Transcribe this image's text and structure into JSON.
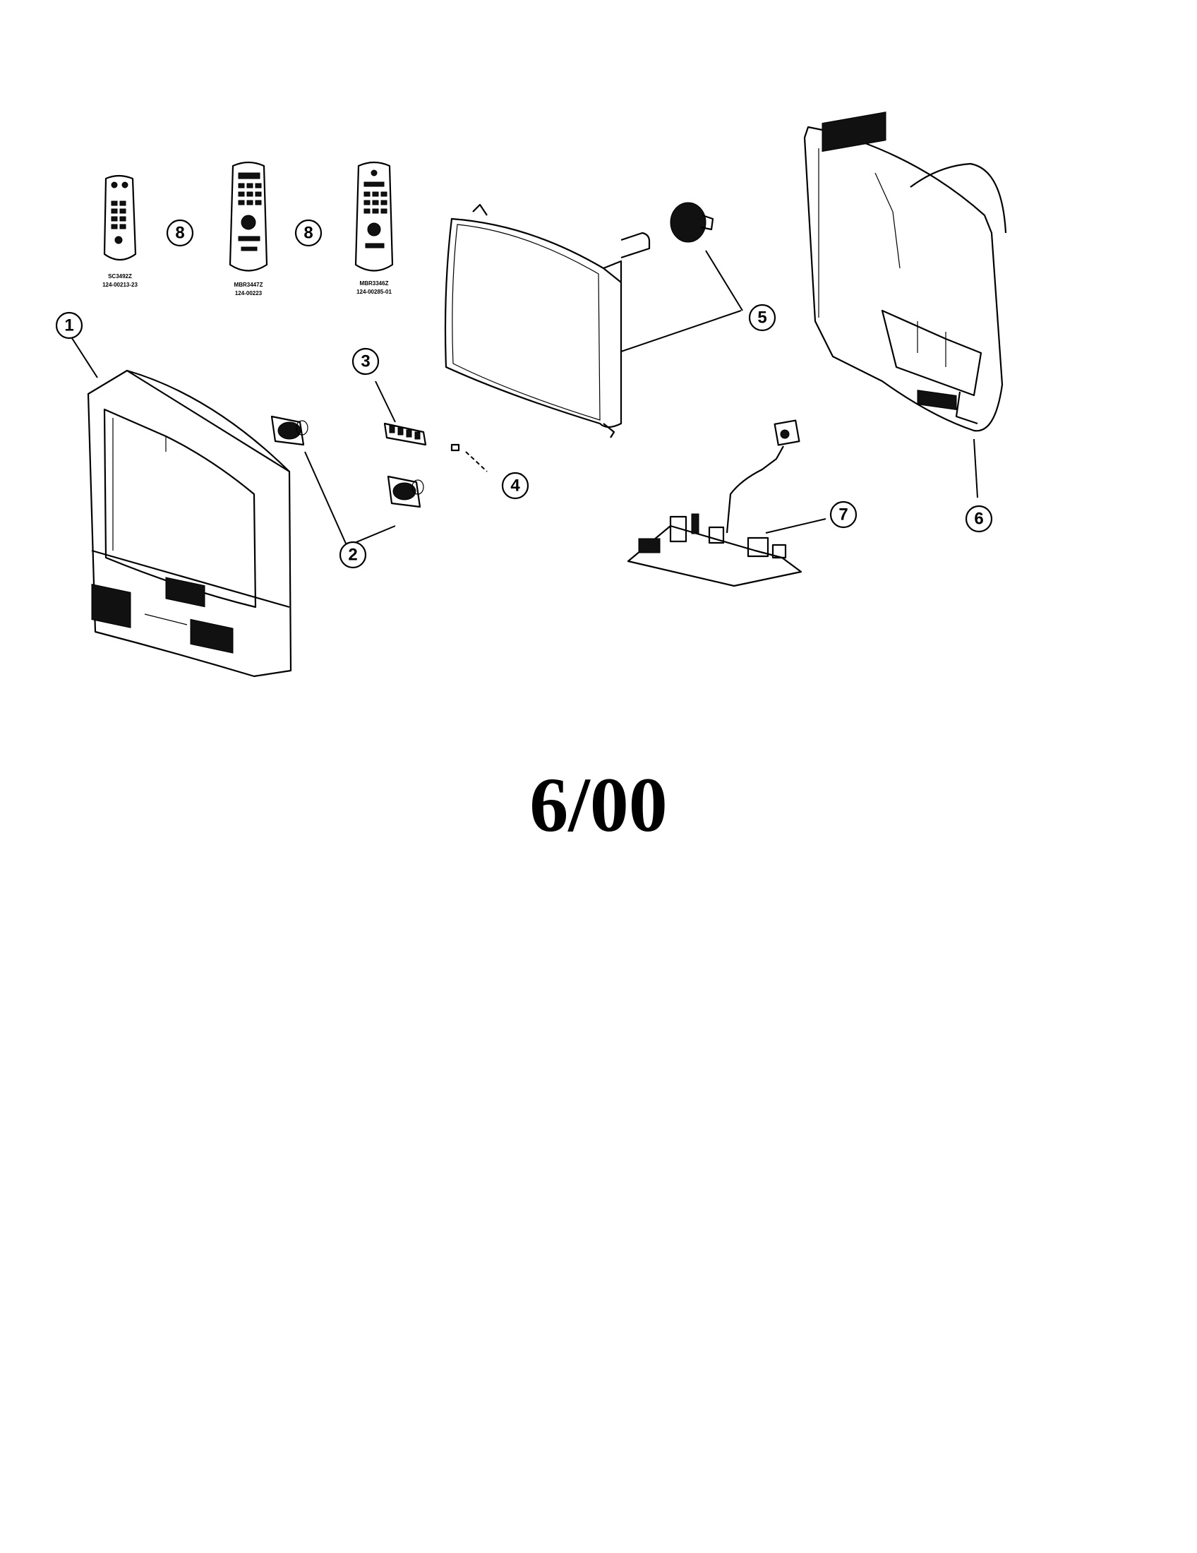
{
  "date_label": "6/00",
  "callouts": [
    "1",
    "2",
    "3",
    "4",
    "5",
    "6",
    "7",
    "8",
    "8"
  ],
  "remotes": [
    {
      "model": "SC3492Z",
      "part_no": "124-00213-23"
    },
    {
      "model": "MBR3447Z",
      "part_no": "124-00223"
    },
    {
      "model": "MBR3346Z",
      "part_no": "124-00285-01"
    }
  ],
  "parts": [
    {
      "name": "front-cabinet",
      "callout": "1"
    },
    {
      "name": "speakers",
      "callout": "2"
    },
    {
      "name": "control-button-bar",
      "callout": "3"
    },
    {
      "name": "power-button-clip",
      "callout": "4"
    },
    {
      "name": "picture-tube-and-yoke",
      "callout": "5"
    },
    {
      "name": "back-cabinet",
      "callout": "6"
    },
    {
      "name": "main-circuit-board",
      "callout": "7"
    },
    {
      "name": "remote-controls",
      "callout": "8"
    }
  ]
}
